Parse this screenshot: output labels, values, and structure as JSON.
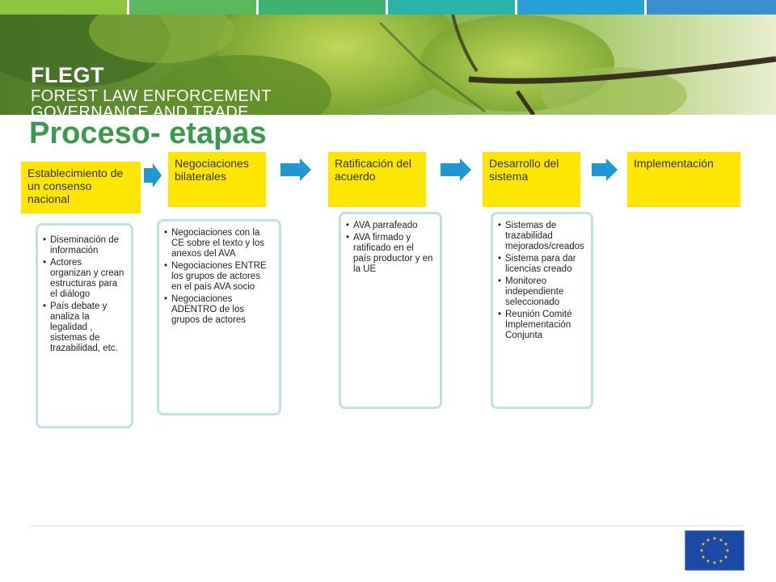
{
  "header": {
    "logo": {
      "title": "FLEGT",
      "line1": "FOREST LAW ENFORCEMENT",
      "line2": "GOVERNANCE AND TRADE"
    },
    "top_colors": [
      "#8cc63f",
      "#5cb85c",
      "#3cb371",
      "#2ab3a6",
      "#2a9fd6",
      "#3b8fd0"
    ]
  },
  "page": {
    "title": "Proceso- etapas"
  },
  "stages": [
    {
      "label": "Establecimiento de un consenso nacional",
      "items": [
        "Diseminación de información",
        "Actores organizan y crean estructuras para el diálogo",
        "País debate y analiza la legalidad , sistemas de trazabilidad, etc."
      ]
    },
    {
      "label": "Negociaciones bilaterales",
      "items": [
        "Negociaciones con la CE sobre el texto y los anexos del AVA",
        "Negociaciones ENTRE los grupos de actores en el país AVA socio",
        "Negociaciones ADENTRO de los grupos de actores"
      ]
    },
    {
      "label": "Ratificación del acuerdo",
      "items": [
        "AVA parrafeado",
        "AVA firmado y ratificado en el país productor y en la UE"
      ]
    },
    {
      "label": "Desarrollo del sistema",
      "items": [
        "Sistemas de trazabilidad mejorados/creados",
        "Sistema para dar licencias creado",
        "Monitoreo independiente seleccionado",
        "Reunión Comité Implementación Conjunta"
      ]
    },
    {
      "label": "Implementación",
      "items": []
    }
  ],
  "colors": {
    "stage_fill": "#ffe600",
    "arrow": "#1f97d4",
    "detail_border": "#bfe0e7",
    "title": "#3a9a4c"
  },
  "icons": {
    "arrow": "right-arrow-icon",
    "flag": "eu-flag-icon"
  }
}
